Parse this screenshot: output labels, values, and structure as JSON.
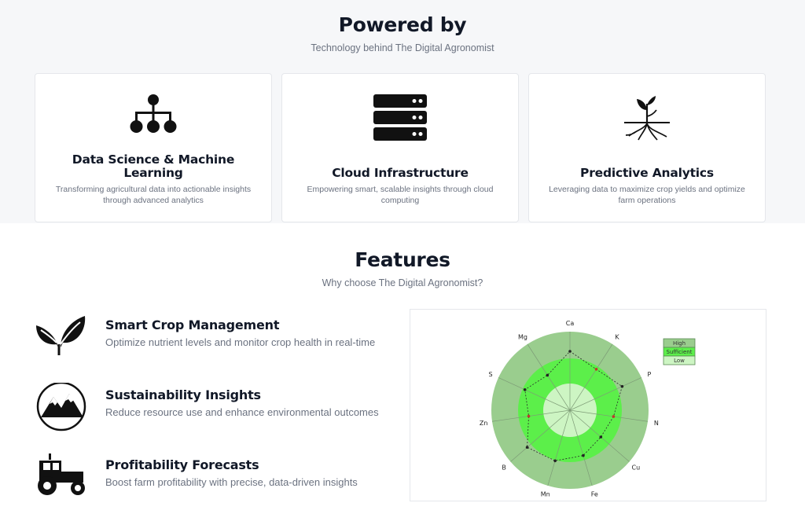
{
  "powered": {
    "title": "Powered by",
    "subtitle": "Technology behind The Digital Agronomist",
    "cards": [
      {
        "icon": "hierarchy-network-icon",
        "title": "Data Science & Machine Learning",
        "desc": "Transforming agricultural data into actionable insights through advanced analytics"
      },
      {
        "icon": "server-stack-icon",
        "title": "Cloud Infrastructure",
        "desc": "Empowering smart, scalable insights through cloud computing"
      },
      {
        "icon": "sprout-roots-icon",
        "title": "Predictive Analytics",
        "desc": "Leveraging data to maximize crop yields and optimize farm operations"
      }
    ]
  },
  "features": {
    "title": "Features",
    "subtitle": "Why choose The Digital Agronomist?",
    "items": [
      {
        "icon": "leaf-plant-icon",
        "title": "Smart Crop Management",
        "desc": "Optimize nutrient levels and monitor crop health in real-time"
      },
      {
        "icon": "mountain-circle-icon",
        "title": "Sustainability Insights",
        "desc": "Reduce resource use and enhance environmental outcomes"
      },
      {
        "icon": "tractor-icon",
        "title": "Profitability Forecasts",
        "desc": "Boost farm profitability with precise, data-driven insights"
      }
    ]
  },
  "chart_data": {
    "type": "radar",
    "axes": [
      "Ca",
      "K",
      "P",
      "N",
      "Cu",
      "Fe",
      "Mn",
      "B",
      "Zn",
      "S",
      "Mg"
    ],
    "levels": [
      {
        "name": "High",
        "color": "#9acd8e"
      },
      {
        "name": "Sufficient",
        "color": "#5cef4a"
      },
      {
        "name": "Low",
        "color": "#cdf5c3"
      }
    ],
    "series": [
      {
        "values": [
          0.75,
          0.62,
          0.73,
          0.56,
          0.52,
          0.6,
          0.67,
          0.72,
          0.53,
          0.63,
          0.53
        ],
        "highlight": [
          false,
          true,
          false,
          true,
          false,
          false,
          false,
          false,
          true,
          false,
          false
        ]
      }
    ],
    "colors": {
      "point": "#222222",
      "highlight_point": "#c0392b"
    }
  }
}
